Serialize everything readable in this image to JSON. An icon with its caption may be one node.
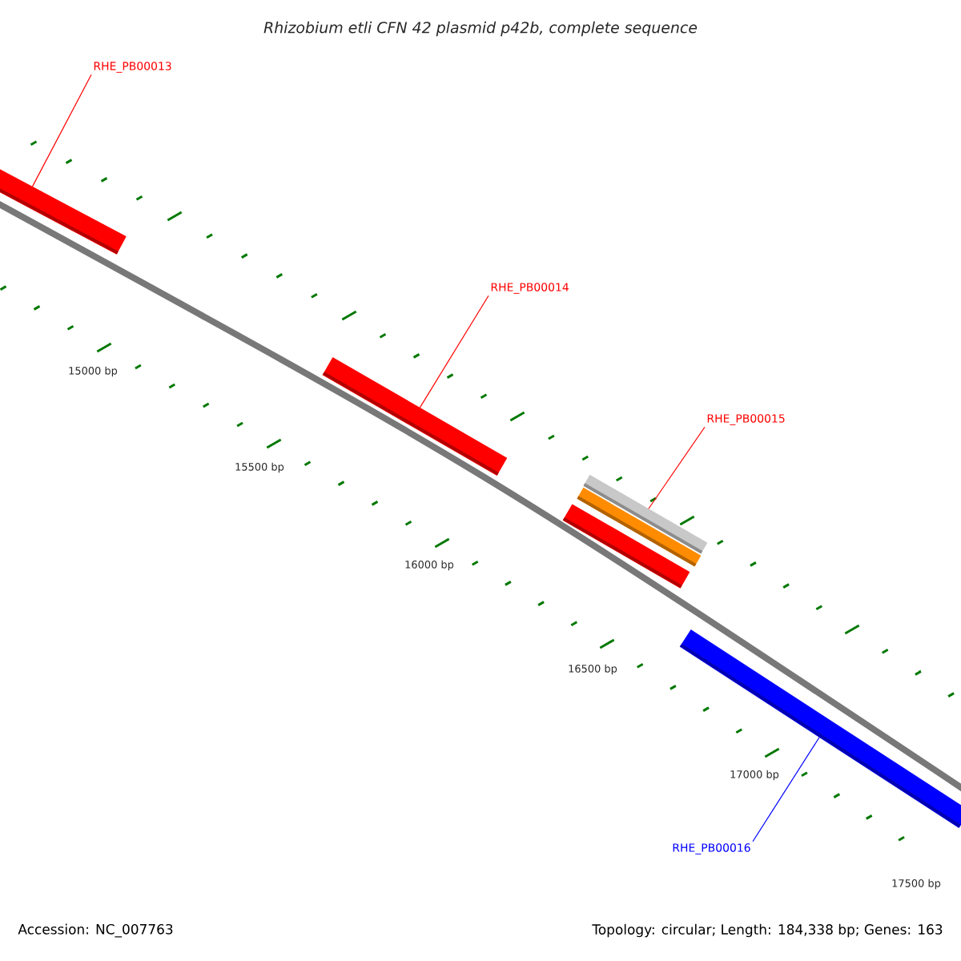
{
  "diagram": {
    "title": "Rhizobium etli CFN 42 plasmid p42b, complete sequence",
    "nodes": [
      {
        "text": [
          "RHE_PB00013"
        ]
      },
      {
        "text": [],
        "shape": "bar"
      },
      {
        "text": [
          "RHE_PB00014"
        ]
      },
      {
        "text": [],
        "shape": "bar"
      },
      {
        "text": [
          "RHE_PB00015"
        ]
      },
      {
        "text": [],
        "shape": "bar"
      },
      {
        "text": [],
        "shape": "bar"
      },
      {
        "text": [],
        "shape": "bar"
      },
      {
        "text": [],
        "shape": "bar"
      },
      {
        "text": [
          "RHE_PB00016"
        ]
      }
    ],
    "edges": [
      {
        "from": 0,
        "to": 1,
        "arrow": "none"
      },
      {
        "from": 2,
        "to": 3,
        "arrow": "none"
      },
      {
        "from": 4,
        "to": 5,
        "arrow": "none"
      },
      {
        "from": 9,
        "to": 8,
        "arrow": "none",
        "color": "#0000ff"
      }
    ],
    "labels": [
      "15000 bp",
      "15500 bp",
      "16000 bp",
      "16500 bp",
      "17000 bp",
      "17500 bp",
      "Accession: NC_007763",
      "Topology: circular; Length: 184,338 bp; Genes: 163"
    ]
  }
}
